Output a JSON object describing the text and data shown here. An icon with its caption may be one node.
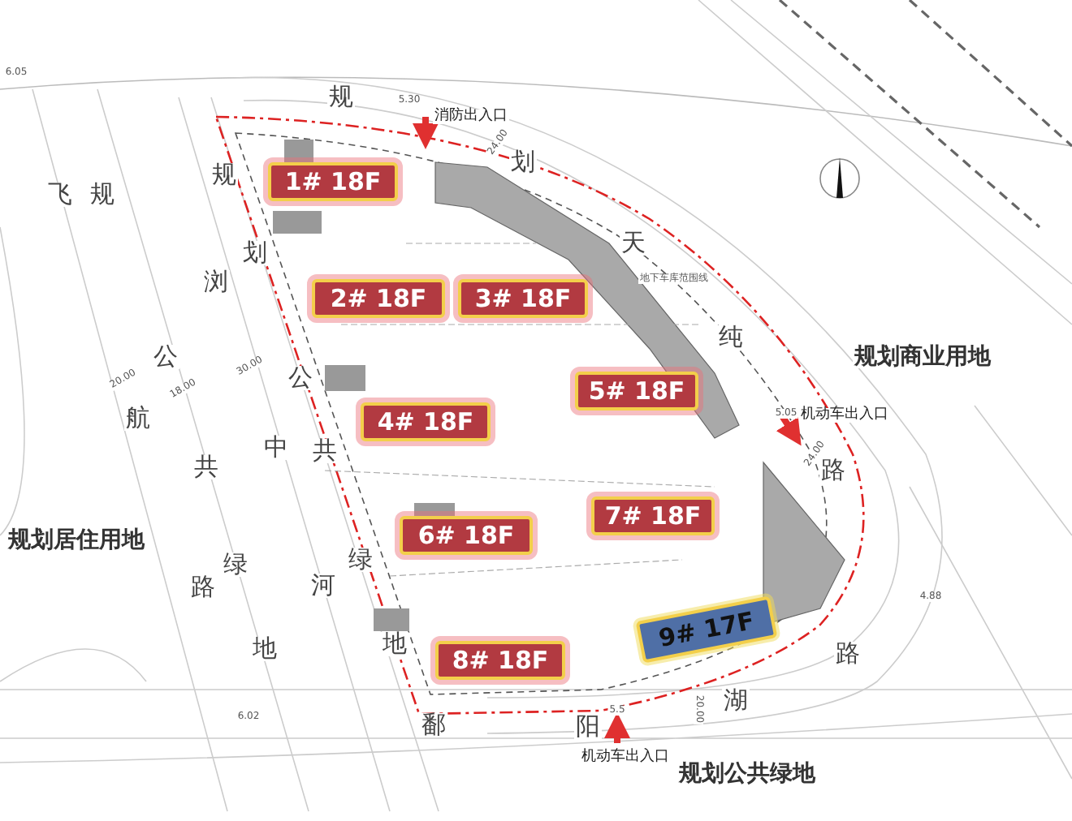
{
  "diagram": {
    "nodes": [
      {
        "text": [
          "1# 18F"
        ]
      },
      {
        "text": [
          "2# 18F"
        ]
      },
      {
        "text": [
          "3# 18F"
        ]
      },
      {
        "text": [
          "4# 18F"
        ]
      },
      {
        "text": [
          "5# 18F"
        ]
      },
      {
        "text": [
          "6# 18F"
        ]
      },
      {
        "text": [
          "7# 18F"
        ]
      },
      {
        "text": [
          "8# 18F"
        ]
      },
      {
        "text": [
          "9# 17F"
        ]
      }
    ],
    "labels": [
      "6.05",
      "规",
      "5.30",
      "消防出入口",
      "24.00",
      "飞",
      "规",
      "规",
      "划",
      "划",
      "天",
      "浏",
      "地下车库范围线",
      "20.00",
      "公",
      "18.00",
      "30.00",
      "公",
      "纯",
      "规划商业用地",
      "航",
      "5.05",
      "机动车出入口",
      "共",
      "中",
      "共",
      "24.00",
      "路",
      "规划居住用地",
      "路",
      "绿",
      "河",
      "绿",
      "4.88",
      "地",
      "地",
      "路",
      "6.02",
      "鄱",
      "阳",
      "5.5",
      "20.00",
      "湖",
      "机动车出入口",
      "规划公共绿地"
    ]
  }
}
